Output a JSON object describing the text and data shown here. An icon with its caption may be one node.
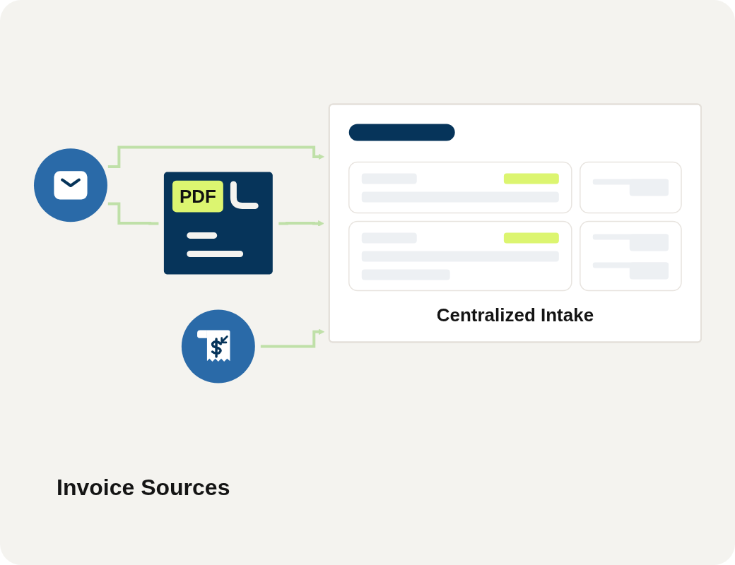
{
  "diagram": {
    "nodes": [
      {
        "text": [],
        "shape": "circle"
      },
      {
        "text": [
          "PDF"
        ]
      },
      {
        "text": [],
        "shape": "circle"
      },
      {
        "text": [
          "Centralized Intake"
        ]
      }
    ],
    "edges": [
      {
        "from": 0,
        "to": 1,
        "arrow": "none"
      },
      {
        "from": 0,
        "to": 3,
        "arrow": "to"
      },
      {
        "from": 1,
        "to": 3,
        "arrow": "to"
      },
      {
        "from": 2,
        "to": 3,
        "arrow": "to"
      }
    ],
    "labels": [
      "Invoice Sources"
    ]
  }
}
